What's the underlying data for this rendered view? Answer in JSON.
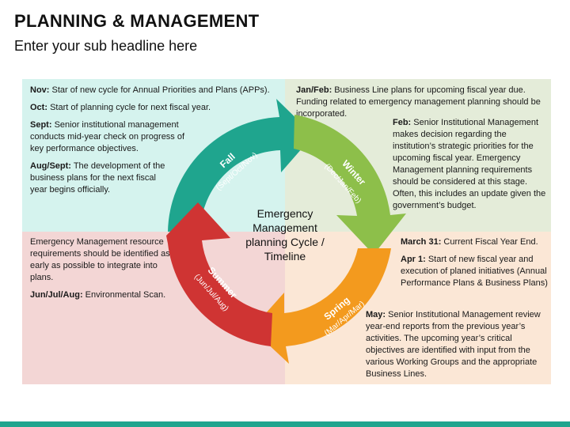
{
  "header": {
    "title": "PLANNING & MANAGEMENT",
    "subtitle": "Enter your sub headline here"
  },
  "center": {
    "label_line1": "Emergency",
    "label_line2": "Management",
    "label_line3": "planning Cycle /",
    "label_line4": "Timeline"
  },
  "segments": {
    "fall": {
      "name": "Fall",
      "months": "(Sept/Oct/Nov)",
      "color": "#1fa58e"
    },
    "winter": {
      "name": "Winter",
      "months": "(Dec/Jan/Feb)",
      "color": "#8dbf4a"
    },
    "spring": {
      "name": "Spring",
      "months": "(Mar/Apr/Mar)",
      "color": "#f39a1e"
    },
    "summer": {
      "name": "Summer",
      "months": "(Jun/Jul/Aug)",
      "color": "#cf3433"
    }
  },
  "quadrants": {
    "top_left": {
      "color": "#d5f3ee",
      "items": [
        {
          "label": "Nov:",
          "text": "Star of new cycle for Annual Priorities and Plans (APPs)."
        },
        {
          "label": "Oct:",
          "text": "Start of planning cycle for next fiscal year."
        },
        {
          "label": "Sept:",
          "text": "Senior institutional management conducts mid-year check on progress of key performance objectives."
        },
        {
          "label": "Aug/Sept:",
          "text": "The development of the business plans for the next fiscal year begins officially."
        }
      ]
    },
    "top_right": {
      "color": "#e4ecd9",
      "items": [
        {
          "label": "Jan/Feb:",
          "text": "Business Line plans for upcoming fiscal year due. Funding related to emergency management planning should be incorporated."
        },
        {
          "label": "Feb:",
          "text": "Senior Institutional Management makes decision regarding the institution’s strategic priorities for the upcoming fiscal year. Emergency Management planning requirements should be considered at this stage. Often, this includes an update given the government’s budget."
        }
      ]
    },
    "bottom_left": {
      "color": "#f3d6d5",
      "items": [
        {
          "label": "",
          "text": "Emergency Management resource requirements should be identified as early as possible to integrate into plans."
        },
        {
          "label": "Jun/Jul/Aug:",
          "text": "Environmental Scan."
        }
      ]
    },
    "bottom_right": {
      "color": "#fbe7d6",
      "items": [
        {
          "label": "March 31:",
          "text": "Current Fiscal Year End."
        },
        {
          "label": "Apr 1:",
          "text": "Start of new fiscal year and execution of planed initiatives (Annual Performance Plans & Business Plans)"
        },
        {
          "label": "May:",
          "text": "Senior Institutional Management review year-end reports from the previous year’s activities. The upcoming year’s critical objectives are identified with input from the various Working Groups and the appropriate Business Lines."
        }
      ]
    }
  }
}
